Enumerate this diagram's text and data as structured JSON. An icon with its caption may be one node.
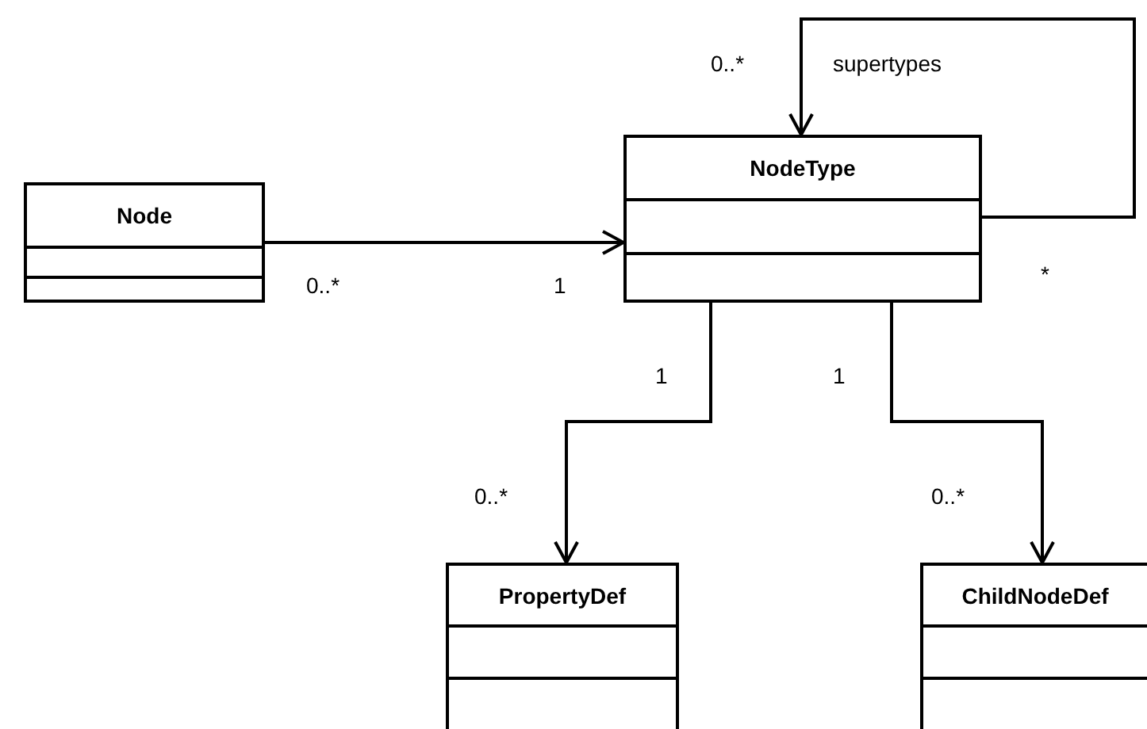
{
  "diagram": {
    "nodes": [
      {
        "text": [
          "Node"
        ]
      },
      {
        "text": [
          "NodeType"
        ]
      },
      {
        "text": [
          "PropertyDef"
        ]
      },
      {
        "text": [
          "ChildNodeDef"
        ]
      }
    ],
    "edges": [
      {
        "from": 0,
        "to": 1,
        "arrow": "to"
      },
      {
        "from": 1,
        "to": 1,
        "arrow": "to",
        "label": "supertypes"
      },
      {
        "from": 1,
        "to": 2,
        "arrow": "to"
      },
      {
        "from": 1,
        "to": 3,
        "arrow": "to"
      }
    ],
    "labels": [
      "0..*",
      "0..*",
      "1",
      "*",
      "1",
      "1",
      "0..*",
      "0..*"
    ]
  }
}
